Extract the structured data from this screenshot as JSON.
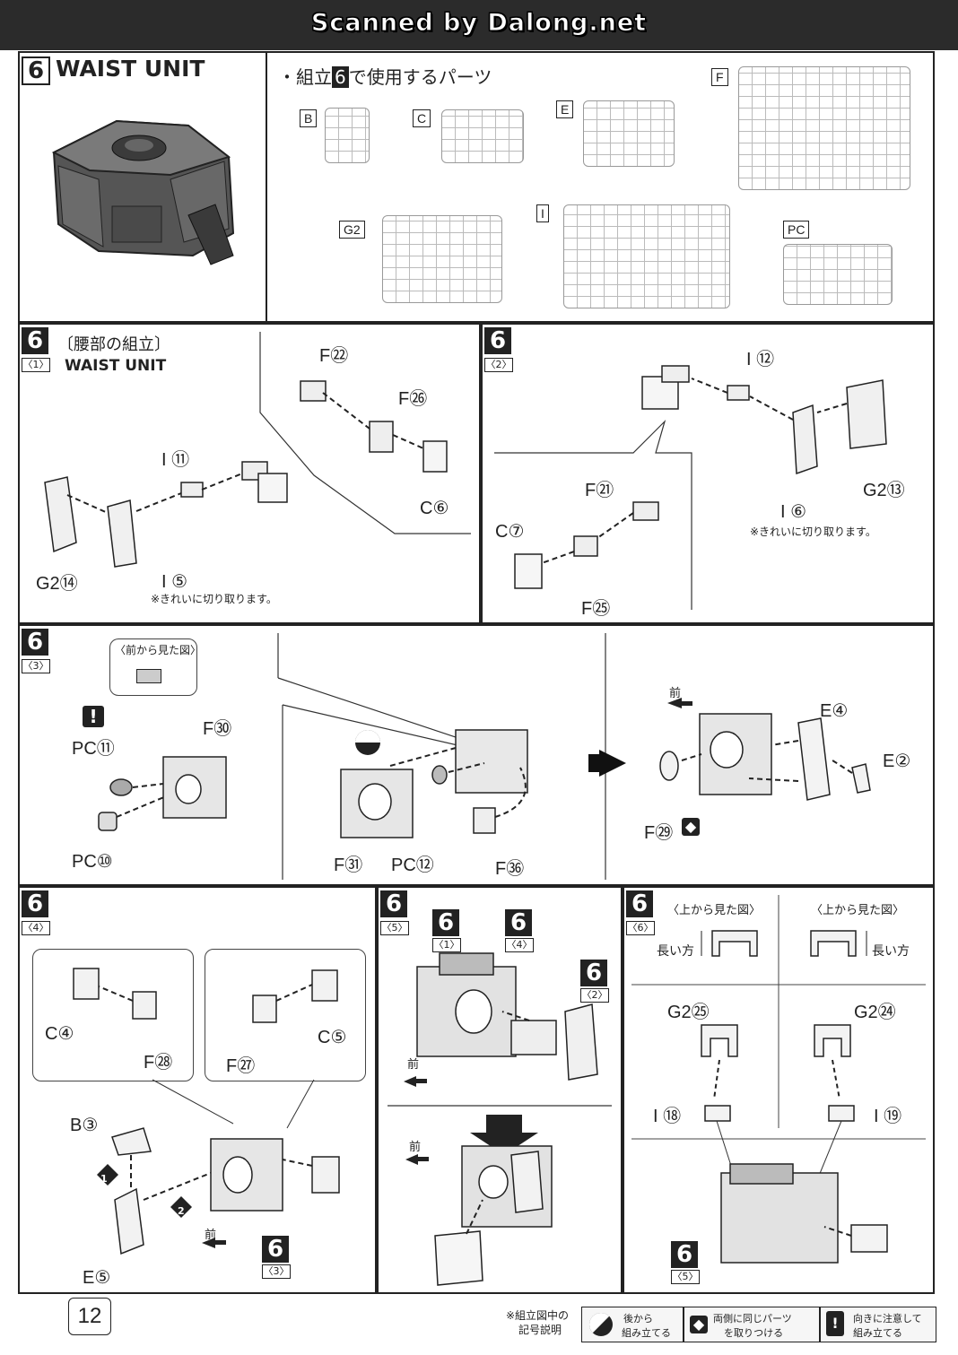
{
  "watermark": "Scanned by Dalong.net",
  "header": {
    "step_number": "6",
    "title": "WAIST UNIT",
    "parts_heading": "・組立",
    "parts_heading_num": "6",
    "parts_heading_suffix": "で使用するパーツ"
  },
  "runners": [
    "B",
    "C",
    "E",
    "F",
    "G2",
    "I",
    "PC"
  ],
  "steps": {
    "s1": {
      "number": "6",
      "sub": "〈1〉",
      "title_jp": "〔腰部の組立〕",
      "title_en": "WAIST UNIT",
      "parts": [
        "F㉒",
        "F㉖",
        "I ⑪",
        "C⑥",
        "G2⑭",
        "I ⑤"
      ],
      "note": "※きれいに切り取ります。"
    },
    "s2": {
      "number": "6",
      "sub": "〈2〉",
      "parts": [
        "I ⑫",
        "F㉑",
        "C⑦",
        "F㉕",
        "G2⑬",
        "I ⑥"
      ],
      "note": "※きれいに切り取ります。"
    },
    "s3": {
      "number": "6",
      "sub": "〈3〉",
      "view_label": "〈前から見た図〉",
      "parts": [
        "PC⑪",
        "F㉚",
        "PC⑩",
        "F㉛",
        "PC⑫",
        "F㊱",
        "E④",
        "E②",
        "F㉙"
      ],
      "front_label": "前"
    },
    "s4": {
      "number": "6",
      "sub": "〈4〉",
      "parts": [
        "C④",
        "F㉘",
        "F㉗",
        "C⑤",
        "B③",
        "E⑤"
      ],
      "order": [
        "1",
        "2"
      ],
      "front_label": "前",
      "ref_num": "6",
      "ref_sub": "〈3〉"
    },
    "s5": {
      "number": "6",
      "sub": "〈5〉",
      "refs": [
        {
          "num": "6",
          "sub": "〈1〉"
        },
        {
          "num": "6",
          "sub": "〈4〉"
        },
        {
          "num": "6",
          "sub": "〈2〉"
        }
      ],
      "front_label": "前"
    },
    "s6": {
      "number": "6",
      "sub": "〈6〉",
      "view_left": "〈上から見た図〉",
      "view_right": "〈上から見た図〉",
      "long_side": "長い方",
      "parts": [
        "G2㉕",
        "I ⑱",
        "G2㉔",
        "I ⑲"
      ],
      "ref_num": "6",
      "ref_sub": "〈5〉"
    }
  },
  "footer": {
    "page_number": "12",
    "legend_title_line1": "※組立図中の",
    "legend_title_line2": "記号説明",
    "legend_items": [
      {
        "icon": "back-assembly-icon",
        "line1": "後から",
        "line2": "組み立てる"
      },
      {
        "icon": "both-sides-icon",
        "line1": "両側に同じパーツ",
        "line2": "を取りつける"
      },
      {
        "icon": "caution-icon",
        "line1": "向きに注意して",
        "line2": "組み立てる"
      }
    ]
  }
}
